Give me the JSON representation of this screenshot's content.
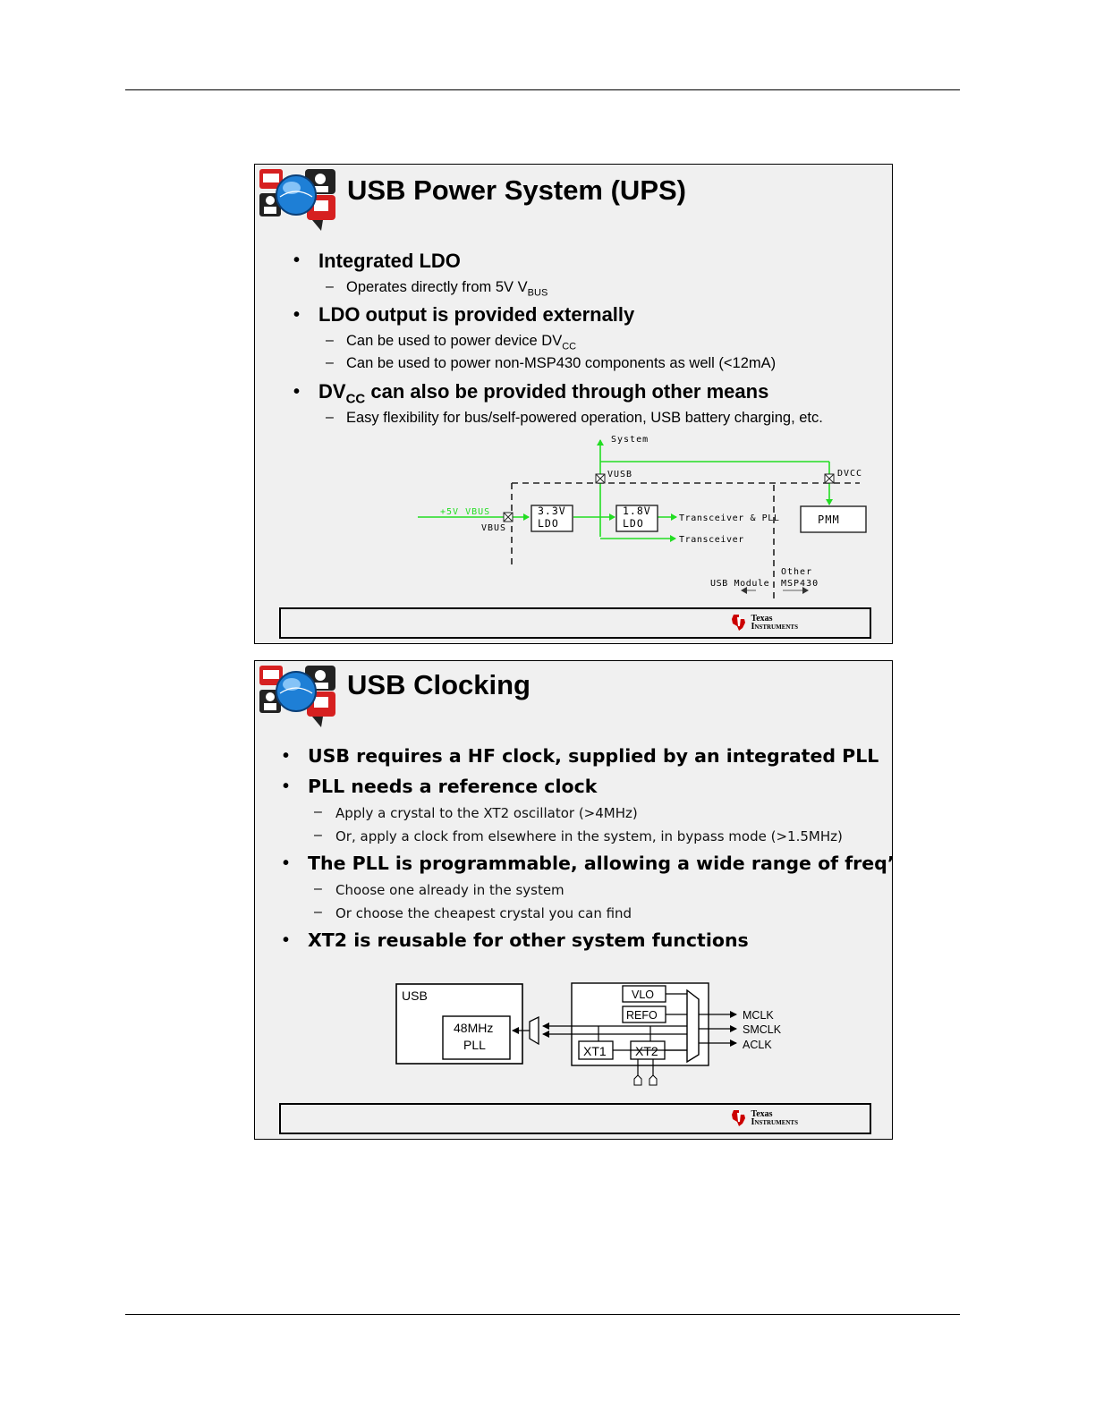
{
  "slide1": {
    "title": "USB Power System (UPS)",
    "bullets": [
      {
        "text": "Integrated LDO"
      },
      {
        "text": "LDO output is provided externally"
      },
      {
        "prefix": "DV",
        "sub": "CC",
        "rest": " can also be provided through other means"
      }
    ],
    "subs": [
      {
        "text": "Operates directly from 5V V",
        "sub": "BUS"
      },
      {
        "text": "Can be used to power device DV",
        "sub": "CC"
      },
      {
        "text": "Can be used to power non-MSP430 components as well (<12mA)"
      },
      {
        "text": "Easy flexibility for bus/self-powered operation, USB battery charging, etc."
      }
    ],
    "diagram": {
      "system": "System",
      "vusb": "VUSB",
      "dvcc": "DVCC",
      "vbus_in": "+5V VBUS",
      "vbus": "VBUS",
      "ldo33_v": "3.3V",
      "ldo33_l": "LDO",
      "ldo18_v": "1.8V",
      "ldo18_l": "LDO",
      "trans_pll": "Transceiver & PLL",
      "trans": "Transceiver",
      "pmm": "PMM",
      "usb_module": "USB Module",
      "other_1": "Other",
      "other_2": "MSP430"
    }
  },
  "slide2": {
    "title": "USB Clocking",
    "bullets": [
      "USB requires a HF clock, supplied by an integrated PLL",
      "PLL needs a reference clock",
      "The PLL is programmable, allowing a wide range of freq’s",
      "XT2 is reusable for other system functions"
    ],
    "subs": [
      "Apply a crystal to the XT2 oscillator (>4MHz)",
      "Or, apply a clock from elsewhere in the system, in bypass mode (>1.5MHz)",
      "Choose one already in the system",
      "Or choose the cheapest crystal you can find"
    ],
    "diagram": {
      "usb": "USB",
      "pll_1": "48MHz",
      "pll_2": "PLL",
      "vlo": "VLO",
      "refo": "REFO",
      "xt1": "XT1",
      "xt2": "XT2",
      "mclk": "MCLK",
      "smclk": "SMCLK",
      "aclk": "ACLK"
    }
  },
  "footer_logo": {
    "line1": "Texas",
    "line2": "Instruments"
  },
  "colors": {
    "accent_green": "#22dd22",
    "ti_red": "#cc0000"
  }
}
